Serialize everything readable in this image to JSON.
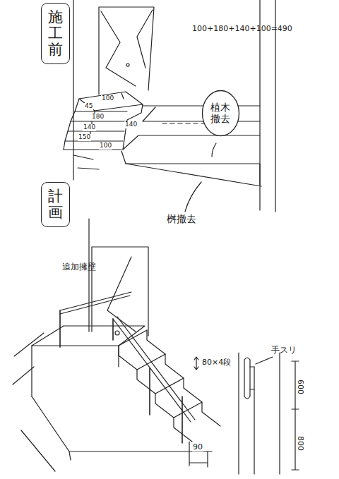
{
  "diagram": {
    "nodes": [
      {
        "text": [
          "施工前"
        ]
      },
      {
        "text": [
          "植木撤去"
        ]
      },
      {
        "text": [
          "計画"
        ]
      }
    ],
    "edges": [],
    "labels": [
      "100+180+140+100=490",
      "100",
      "45",
      "180",
      "140",
      "140",
      "150",
      "100",
      "桝撤去",
      "追加擁壁",
      "80×4段",
      "手スリ",
      "600",
      "800",
      "90"
    ]
  }
}
